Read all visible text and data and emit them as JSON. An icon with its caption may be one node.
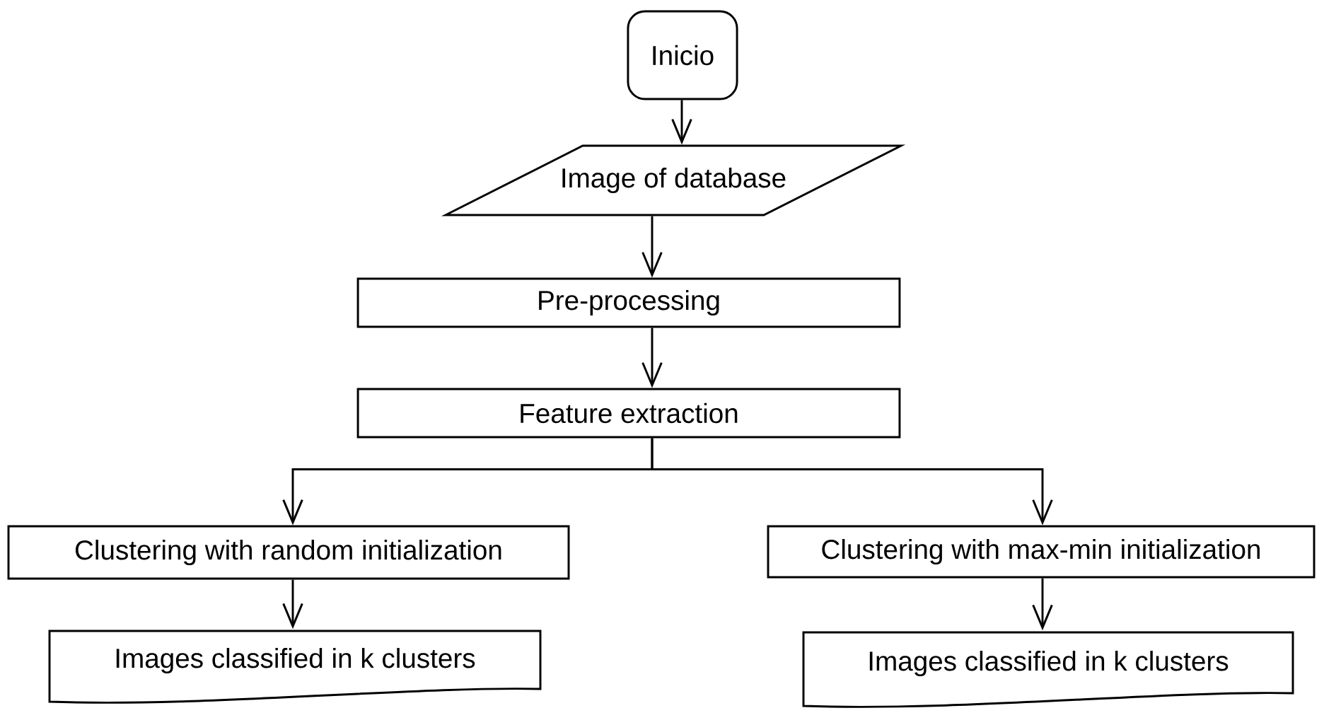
{
  "diagram": {
    "nodes": [
      {
        "text": [
          "Inicio"
        ]
      },
      {
        "text": [
          "Image of database"
        ]
      },
      {
        "text": [
          "Pre-processing"
        ]
      },
      {
        "text": [
          "Feature extraction"
        ]
      },
      {
        "text": [
          "Clustering with random initialization"
        ]
      },
      {
        "text": [
          "Clustering with max-min initialization"
        ]
      },
      {
        "text": [
          "Images classified in k clusters"
        ]
      },
      {
        "text": [
          "Images classified in k clusters"
        ]
      }
    ],
    "edges": [
      {
        "from": 0,
        "to": 1,
        "arrow": "to"
      },
      {
        "from": 1,
        "to": 2,
        "arrow": "to"
      },
      {
        "from": 2,
        "to": 3,
        "arrow": "to"
      },
      {
        "from": 3,
        "to": 4,
        "arrow": "to"
      },
      {
        "from": 3,
        "to": 5,
        "arrow": "to"
      },
      {
        "from": 4,
        "to": 6,
        "arrow": "to"
      },
      {
        "from": 5,
        "to": 7,
        "arrow": "to"
      }
    ]
  }
}
